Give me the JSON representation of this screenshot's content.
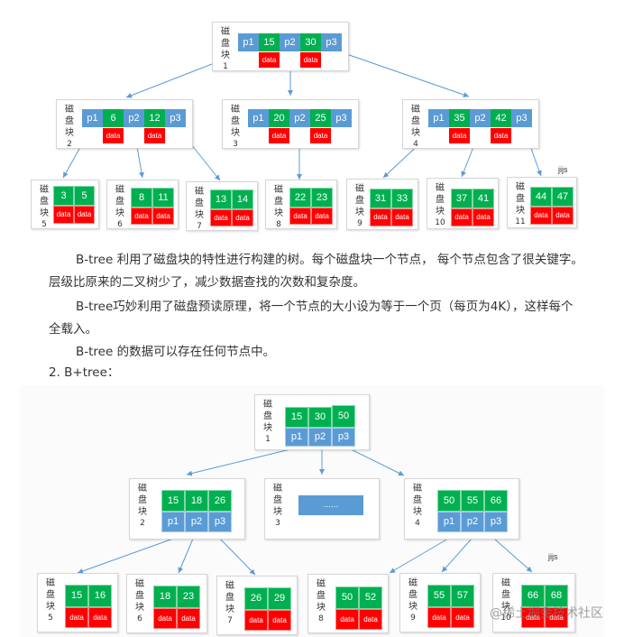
{
  "btree": {
    "block_label": [
      "磁",
      "盘",
      "块"
    ],
    "root": {
      "id": "1",
      "pointers": [
        "p1",
        "p2",
        "p3"
      ],
      "keys": [
        "15",
        "30"
      ],
      "data": [
        "data",
        "data"
      ]
    },
    "level2": [
      {
        "id": "2",
        "pointers": [
          "p1",
          "p2",
          "p3"
        ],
        "keys": [
          "6",
          "12"
        ],
        "data": [
          "data",
          "data"
        ]
      },
      {
        "id": "3",
        "pointers": [
          "p1",
          "p2",
          "p3"
        ],
        "keys": [
          "20",
          "25"
        ],
        "data": [
          "data",
          "data"
        ]
      },
      {
        "id": "4",
        "pointers": [
          "p1",
          "p2",
          "p3"
        ],
        "keys": [
          "35",
          "42"
        ],
        "data": [
          "data",
          "data"
        ]
      }
    ],
    "leaves": [
      {
        "id": "5",
        "keys": [
          "3",
          "5"
        ],
        "data": [
          "data",
          "data"
        ]
      },
      {
        "id": "6",
        "keys": [
          "8",
          "11"
        ],
        "data": [
          "data",
          "data"
        ]
      },
      {
        "id": "7",
        "keys": [
          "13",
          "14"
        ],
        "data": [
          "data",
          "data"
        ]
      },
      {
        "id": "8",
        "keys": [
          "22",
          "23"
        ],
        "data": [
          "data",
          "data"
        ]
      },
      {
        "id": "9",
        "keys": [
          "31",
          "33"
        ],
        "data": [
          "data",
          "data"
        ]
      },
      {
        "id": "10",
        "keys": [
          "37",
          "41"
        ],
        "data": [
          "data",
          "data"
        ]
      },
      {
        "id": "11",
        "keys": [
          "44",
          "47"
        ],
        "data": [
          "data",
          "data"
        ]
      }
    ],
    "watermark": "jijs"
  },
  "text": {
    "p1_line1": "B-tree 利用了磁盘块的特性进行构建的树。每个磁盘块一个节点， 每个节点包含了很关键字。",
    "p1_line2": "层级比原来的二叉树少了，减少数据查找的次数和复杂度。",
    "p2_line1": "B-tree巧妙利用了磁盘预读原理，将一个节点的大小设为等于一个页（每页为4K），这样每个",
    "p2_line2": "全载入。",
    "p3": "B-tree 的数据可以存在任何节点中。",
    "heading": "2. B+tree："
  },
  "bplustree": {
    "root": {
      "id": "1",
      "keys": [
        "15",
        "30",
        "50"
      ],
      "pointers": [
        "p1",
        "p2",
        "p3"
      ]
    },
    "level2": [
      {
        "id": "2",
        "keys": [
          "15",
          "18",
          "26"
        ],
        "pointers": [
          "p1",
          "p2",
          "p3"
        ]
      },
      {
        "id": "3",
        "placeholder": "......"
      },
      {
        "id": "4",
        "keys": [
          "50",
          "55",
          "66"
        ],
        "pointers": [
          "p1",
          "p2",
          "p3"
        ]
      }
    ],
    "leaves": [
      {
        "id": "5",
        "keys": [
          "15",
          "16"
        ],
        "data": [
          "data",
          "data"
        ]
      },
      {
        "id": "6",
        "keys": [
          "18",
          "23"
        ],
        "data": [
          "data",
          "data"
        ]
      },
      {
        "id": "7",
        "keys": [
          "26",
          "29"
        ],
        "data": [
          "data",
          "data"
        ]
      },
      {
        "id": "8",
        "keys": [
          "50",
          "52"
        ],
        "data": [
          "data",
          "data"
        ]
      },
      {
        "id": "9",
        "keys": [
          "55",
          "57"
        ],
        "data": [
          "data",
          "data"
        ]
      },
      {
        "id": "10",
        "keys": [
          "66",
          "68"
        ],
        "data": [
          "data",
          "data"
        ]
      }
    ],
    "watermark": "jijs"
  },
  "site_watermark": "@稀土掘金技术社区",
  "colors": {
    "pointer": "#5b9bd5",
    "key": "#00b050",
    "data": "#ff0000",
    "arrow": "#5b9bd5"
  }
}
